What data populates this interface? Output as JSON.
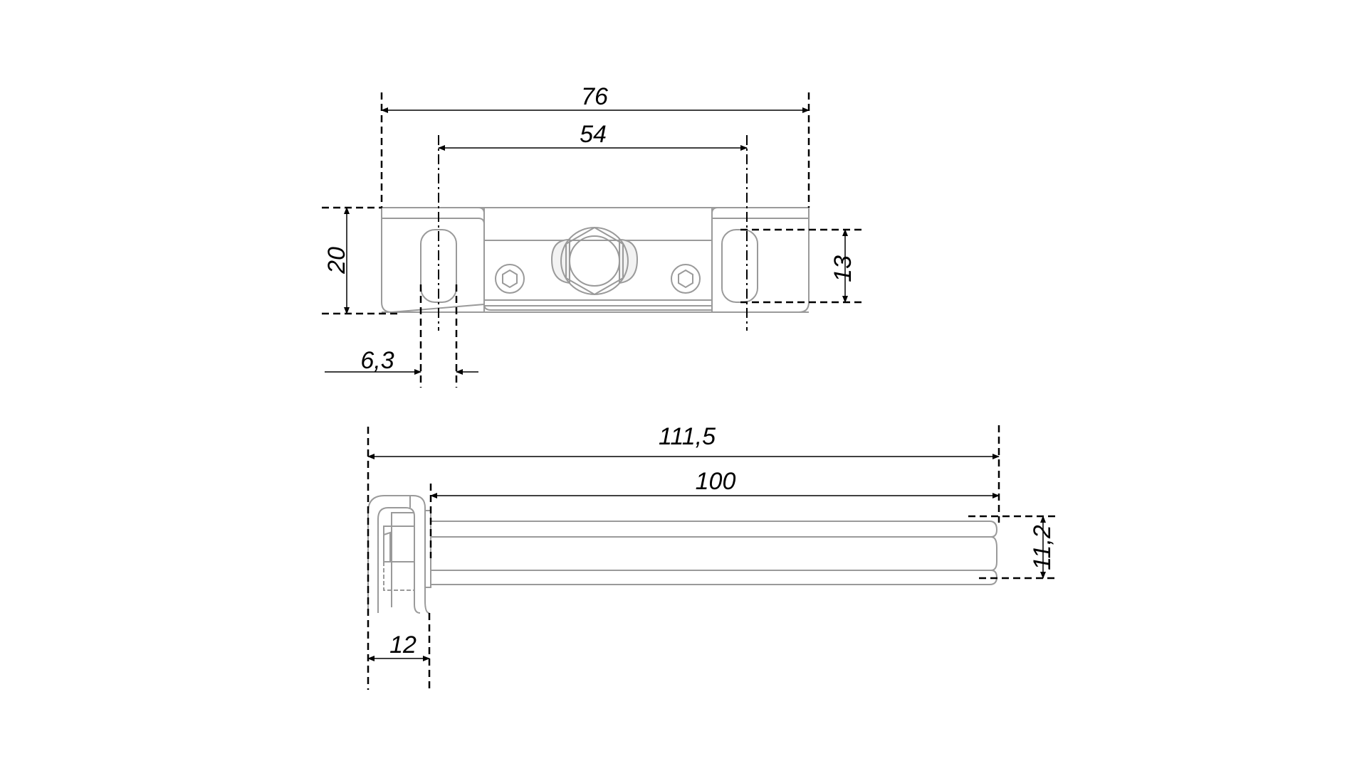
{
  "drawing": {
    "top_view": {
      "dimensions": {
        "overall_width": "76",
        "slot_spacing": "54",
        "height": "20",
        "slot_length": "13",
        "slot_width": "6,3"
      }
    },
    "side_view": {
      "dimensions": {
        "overall_length": "111,5",
        "rod_length": "100",
        "rod_height": "11,2",
        "bracket_depth": "12"
      }
    },
    "colors": {
      "part_outline": "#9a9a9a",
      "dimension_line": "#000000",
      "background": "#ffffff"
    }
  }
}
